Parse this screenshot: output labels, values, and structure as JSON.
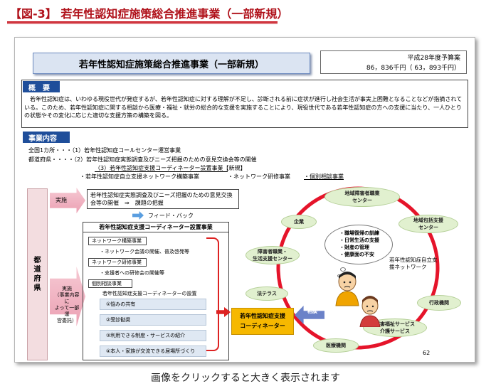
{
  "page": {
    "figure_title": "【図-3】 若年性認知症施策総合推進事業（一部新規）",
    "footer_caption": "画像をクリックすると大きく表示されます",
    "page_number": "62"
  },
  "slide": {
    "title": "若年性認知症施策総合推進事業（一部新規）",
    "budget": {
      "line1": "平成28年度予算案",
      "line2": "86，836千円（ 63，893千円）"
    },
    "overview": {
      "label": "概　要",
      "text": "　若年性認知症は、いわゆる現役世代が発症するが、若年性認知症に対する理解が不足し、診断される前に症状が進行し社会生活が事実上困難となることなどが指摘されている。このため、若年性認知症に関する相談から医療・福祉・就労の総合的な支援を実施することにより、現役世代である若年性認知症の方への支援に当たり、一人ひとりの状態やその変化に応じた適切な支援方策の構築を図る。"
    },
    "content": {
      "label": "事業内容",
      "line1": "全国1カ所・・・（1）若年性認知症コールセンター運営事業",
      "line2": "都道府県・・・・（2）若年性認知症実態調査及びニーズ把握のための意見交換会等の開催",
      "line3": "（3）若年性認知症支援コーディネーター設置事業【新規】",
      "line4a": "・若年性認知症自立支援ネットワーク構築事業",
      "line4b": "・ネットワーク研修事業",
      "line4c": "・個別相談事業"
    },
    "left_diagram": {
      "prefecture": "都道府県",
      "arrow_top": "実施",
      "arrow_bottom": "実施\n（事業内容に\nよって一部運\n営委託）",
      "survey_box": "若年性認知症実態調査及びニーズ把握のための意見交換会等の開催　⇒　課題の把握",
      "feedback": "フィード・バック",
      "coordinator_header": "若年性認知症支援コーディネーター設置事業",
      "network_box": "ネットワーク構築事業",
      "network_sub": "・ネットワーク会議の開催、普及啓発等",
      "research_box": "ネットワーク研修事業",
      "research_sub": "・支援者への研修会の開催等",
      "consult_box": "個別相談事業",
      "consult_sub": "若年性認知症支援コーディネーターの設置",
      "steps": [
        "①悩みの共有",
        "②受診勧奨",
        "③利用できる制度・サービスの紹介",
        "④本人・家族が交流できる居場所づくり"
      ]
    },
    "right_diagram": {
      "coordinator": "若年性認知症支援\nコーディネーター",
      "consult_arrow": "相談",
      "support_network": "若年性認知症自立支\n援ネットワーク",
      "nodes": {
        "disab_job": "地域障害者職業\nセンター",
        "company": "企業",
        "regional": "地域包括支援\nセンター",
        "life": "障害者職業・\n生活支援センター",
        "law": "法テラス",
        "admin": "行政機関",
        "welfare": "障害福祉サービス\n介護サービス",
        "medical": "医療機関"
      },
      "worries": [
        "・職場復帰の訓練",
        "・日常生活の支援",
        "・財産の管理",
        "・健康面の不安"
      ]
    }
  },
  "colors": {
    "title_red": "#b0121b",
    "section_blue": "#1f4e9a",
    "coordinator_orange": "#f6b800",
    "ring_red": "#e5142a",
    "node_green": "#e1f0cf",
    "step_blue": "#dfe8f3"
  }
}
